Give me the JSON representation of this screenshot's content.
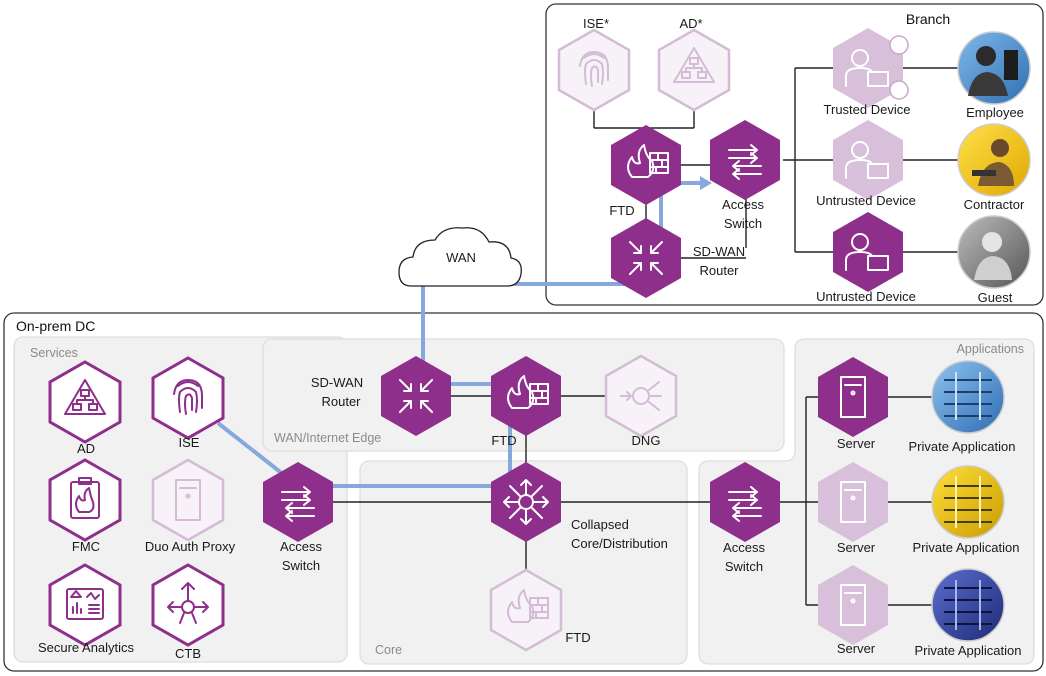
{
  "branch": {
    "title": "Branch",
    "ise": "ISE*",
    "ad": "AD*",
    "ftd": "FTD",
    "access_switch": [
      "Access",
      "Switch"
    ],
    "sdwan_router": [
      "SD-WAN",
      "Router"
    ],
    "trusted_device": "Trusted Device",
    "untrusted_device_1": "Untrusted Device",
    "untrusted_device_2": "Untrusted Device",
    "employee": "Employee",
    "contractor": "Contractor",
    "guest": "Guest"
  },
  "wan": "WAN",
  "dc": {
    "title": "On-prem DC",
    "services": {
      "title": "Services",
      "ad": "AD",
      "ise": "ISE",
      "fmc": "FMC",
      "duo": "Duo Auth Proxy",
      "secure_analytics": "Secure Analytics",
      "ctb": "CTB"
    },
    "access_switch_left": [
      "Access",
      "Switch"
    ],
    "edge": {
      "title": "WAN/Internet Edge",
      "sdwan_router": [
        "SD-WAN",
        "Router"
      ],
      "ftd": "FTD",
      "dng": "DNG"
    },
    "core": {
      "title": "Core",
      "collapsed": [
        "Collapsed",
        "Core/Distribution"
      ],
      "ftd": "FTD"
    },
    "applications": {
      "title": "Applications",
      "access_switch": [
        "Access",
        "Switch"
      ],
      "server_1": "Server",
      "server_2": "Server",
      "server_3": "Server",
      "app_1": "Private Application",
      "app_2": "Private Application",
      "app_3": "Private Application"
    }
  },
  "colors": {
    "node": "#8e2f8c",
    "node_faint": "#d8c0da",
    "flow": "#86a8dc",
    "employee_bg": "#5b9bd5",
    "contractor_bg": "#f2c200",
    "guest_bg": "#8a8a8a",
    "app_blue": "#4a90d9",
    "app_yellow": "#f2c200",
    "app_navy": "#2d3f9e"
  },
  "icons": [
    "fingerprint-icon",
    "hierarchy-icon",
    "firewall-icon",
    "switch-arrows-icon",
    "router-icon",
    "user-laptop-icon",
    "server-icon",
    "dashboard-icon",
    "clipboard-fire-icon",
    "ctb-arrows-icon",
    "cloud-icon",
    "broadcast-icon",
    "core-star-icon"
  ]
}
